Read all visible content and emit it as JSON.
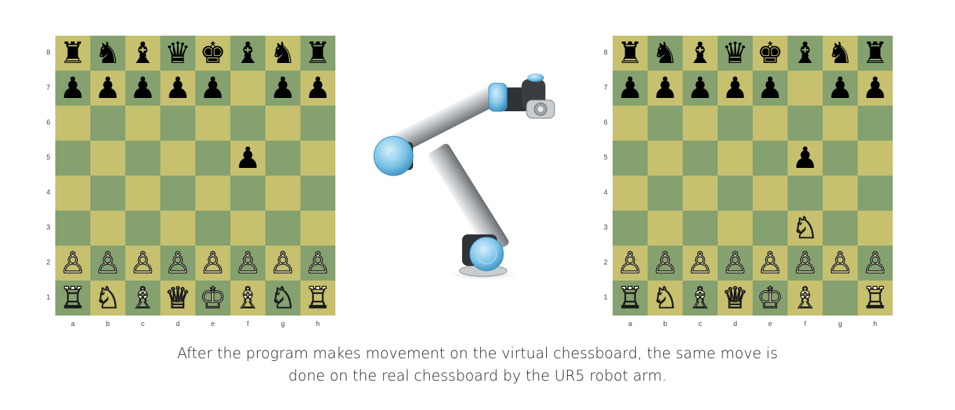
{
  "boards": [
    {
      "name": "virtual-board-left",
      "rank_labels": [
        "8",
        "7",
        "6",
        "5",
        "4",
        "3",
        "2",
        "1"
      ],
      "file_labels": [
        "a",
        "b",
        "c",
        "d",
        "e",
        "f",
        "g",
        "h"
      ],
      "rows": [
        [
          "♜",
          "♞",
          "♝",
          "♛",
          "♚",
          "♝",
          "♞",
          "♜"
        ],
        [
          "♟",
          "♟",
          "♟",
          "♟",
          "♟",
          "",
          "♟",
          "♟"
        ],
        [
          "",
          "",
          "",
          "",
          "",
          "",
          "",
          ""
        ],
        [
          "",
          "",
          "",
          "",
          "",
          "♟",
          "",
          ""
        ],
        [
          "",
          "",
          "",
          "",
          "",
          "",
          "",
          ""
        ],
        [
          "",
          "",
          "",
          "",
          "",
          "",
          "",
          ""
        ],
        [
          "♙",
          "♙",
          "♙",
          "♙",
          "♙",
          "♙",
          "♙",
          "♙"
        ],
        [
          "♖",
          "♘",
          "♗",
          "♕",
          "♔",
          "♗",
          "♘",
          "♖"
        ]
      ]
    },
    {
      "name": "virtual-board-right",
      "rank_labels": [
        "8",
        "7",
        "6",
        "5",
        "4",
        "3",
        "2",
        "1"
      ],
      "file_labels": [
        "a",
        "b",
        "c",
        "d",
        "e",
        "f",
        "g",
        "h"
      ],
      "rows": [
        [
          "♜",
          "♞",
          "♝",
          "♛",
          "♚",
          "♝",
          "♞",
          "♜"
        ],
        [
          "♟",
          "♟",
          "♟",
          "♟",
          "♟",
          "",
          "♟",
          "♟"
        ],
        [
          "",
          "",
          "",
          "",
          "",
          "",
          "",
          ""
        ],
        [
          "",
          "",
          "",
          "",
          "",
          "♟",
          "",
          ""
        ],
        [
          "",
          "",
          "",
          "",
          "",
          "",
          "",
          ""
        ],
        [
          "",
          "",
          "",
          "",
          "",
          "♘",
          "",
          ""
        ],
        [
          "♙",
          "♙",
          "♙",
          "♙",
          "♙",
          "♙",
          "♙",
          "♙"
        ],
        [
          "♖",
          "♘",
          "♗",
          "♕",
          "♔",
          "♗",
          "",
          "♖"
        ]
      ]
    }
  ],
  "colors": {
    "light_square": "#c6c06f",
    "dark_square": "#84a16f",
    "white_piece": "#fdf8d6",
    "black_piece": "#000000",
    "robot_joint": "#7cc4e8"
  },
  "robot": {
    "icon": "ur5-robot-arm-icon"
  },
  "caption": {
    "line1": "After the program makes movement on the virtual chessboard, the same move is",
    "line2": "done on the real chessboard by the UR5 robot arm."
  }
}
